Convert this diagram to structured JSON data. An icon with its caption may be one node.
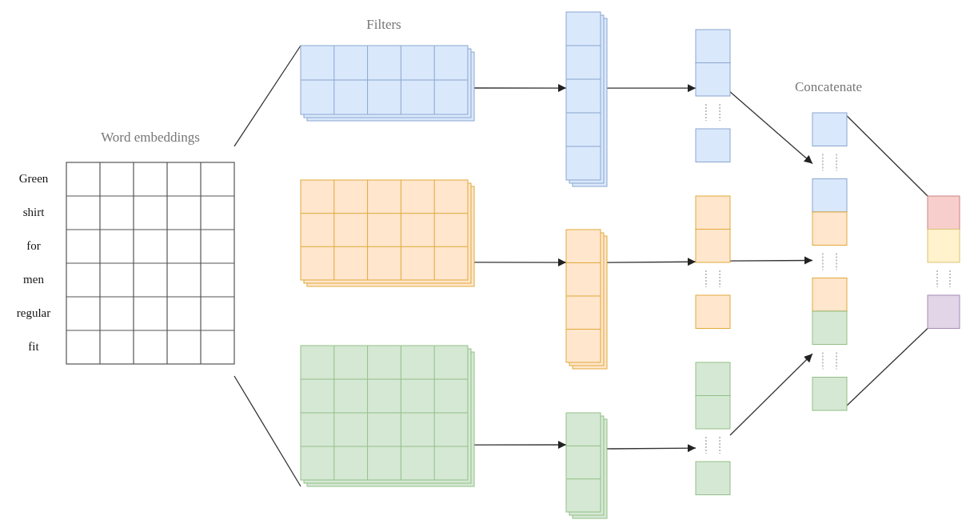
{
  "diagram": {
    "nodes": [
      {
        "text": [
          "Word embeddings"
        ],
        "beside": [
          "Green",
          "shirt",
          "for",
          "men",
          "regular",
          "fit"
        ]
      },
      {
        "text": [],
        "shape": "grid"
      },
      {
        "text": [],
        "shape": "grid"
      },
      {
        "text": [],
        "shape": "grid"
      },
      {
        "text": [],
        "shape": "grid"
      },
      {
        "text": [],
        "shape": "grid"
      },
      {
        "text": [],
        "shape": "grid"
      },
      {
        "text": [],
        "shape": "bar"
      },
      {
        "text": [],
        "shape": "bar"
      },
      {
        "text": [],
        "shape": "bar"
      },
      {
        "text": [],
        "shape": "bar"
      },
      {
        "text": [],
        "shape": "bar"
      }
    ],
    "edges": [
      {
        "from": 0,
        "to": 1,
        "arrow": "none"
      },
      {
        "from": 0,
        "to": 3,
        "arrow": "none"
      },
      {
        "from": 1,
        "to": 4,
        "arrow": "to"
      },
      {
        "from": 2,
        "to": 5,
        "arrow": "to"
      },
      {
        "from": 3,
        "to": 6,
        "arrow": "to"
      },
      {
        "from": 4,
        "to": 7,
        "arrow": "to"
      },
      {
        "from": 5,
        "to": 8,
        "arrow": "to"
      },
      {
        "from": 6,
        "to": 9,
        "arrow": "to"
      },
      {
        "from": 7,
        "to": 10,
        "arrow": "to"
      },
      {
        "from": 8,
        "to": 10,
        "arrow": "to"
      },
      {
        "from": 9,
        "to": 10,
        "arrow": "to"
      },
      {
        "from": 10,
        "to": 11,
        "arrow": "none"
      },
      {
        "from": 10,
        "to": 11,
        "arrow": "none"
      }
    ],
    "labels": [
      "Filters",
      "Concatenate"
    ]
  }
}
